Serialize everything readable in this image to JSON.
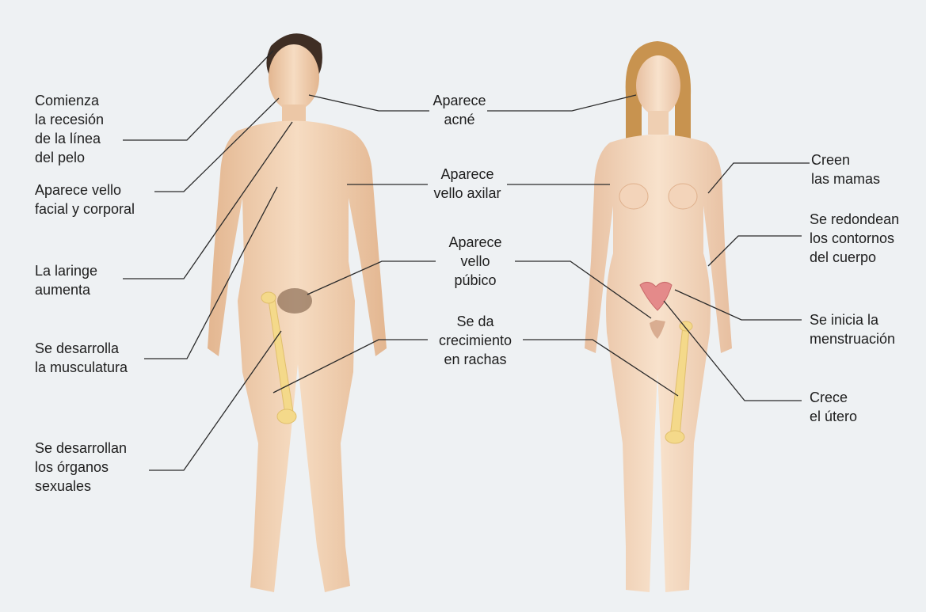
{
  "colors": {
    "background": "#eef1f3",
    "skin": "#f1d2b4",
    "skin_shadow": "#dfb08c",
    "hair_male": "#3f2e24",
    "hair_female": "#c8934f",
    "bone": "#f4d98a",
    "uterus": "#e48a8a",
    "leader_line": "#2a2a2a"
  },
  "labels": {
    "male_left": [
      {
        "lines": [
          "Comienza",
          "la recesión",
          "de la línea",
          "del pelo"
        ]
      },
      {
        "lines": [
          "Aparece vello",
          "facial y corporal"
        ]
      },
      {
        "lines": [
          "La laringe",
          "aumenta"
        ]
      },
      {
        "lines": [
          "Se desarrolla",
          "la musculatura"
        ]
      },
      {
        "lines": [
          "Se desarrollan",
          "los órganos",
          "sexuales"
        ]
      }
    ],
    "center": [
      {
        "lines": [
          "Aparece",
          "acné"
        ]
      },
      {
        "lines": [
          "Aparece",
          "vello axilar"
        ]
      },
      {
        "lines": [
          "Aparece",
          "vello",
          "púbico"
        ]
      },
      {
        "lines": [
          "Se da",
          "crecimiento",
          "en rachas"
        ]
      }
    ],
    "female_right": [
      {
        "lines": [
          "Creen",
          "las mamas"
        ]
      },
      {
        "lines": [
          "Se redondean",
          "los contornos",
          "del cuerpo"
        ]
      },
      {
        "lines": [
          "Se inicia la",
          "menstruación"
        ]
      },
      {
        "lines": [
          "Crece",
          "el útero"
        ]
      }
    ]
  }
}
